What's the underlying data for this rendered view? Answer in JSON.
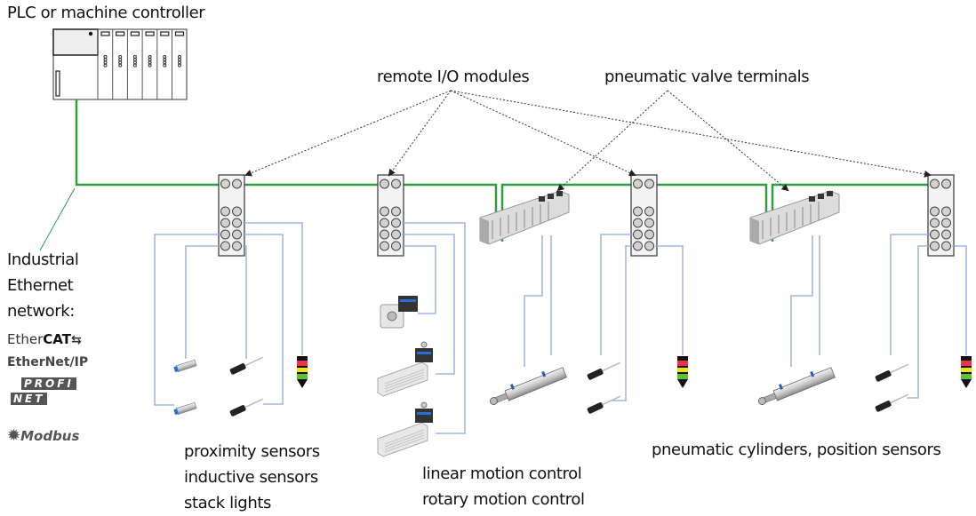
{
  "labels": {
    "plc": "PLC or machine controller",
    "remote_io": "remote I/O modules",
    "valve_terminals": "pneumatic valve terminals",
    "network_line1": "Industrial",
    "network_line2": "Ethernet",
    "network_line3": "network:",
    "group1_line1": "proximity sensors",
    "group1_line2": "inductive sensors",
    "group1_line3": "stack lights",
    "group2_line1": "linear motion control",
    "group2_line2": "rotary motion control",
    "group3_line1": "pneumatic cylinders, position sensors"
  },
  "protocols": [
    {
      "name": "EtherCAT"
    },
    {
      "name": "EtherNet/IP"
    },
    {
      "name": "PROFI NET"
    },
    {
      "name": "Modbus"
    }
  ],
  "protocol_text": {
    "ethercat_a": "Ether",
    "ethercat_b": "CAT",
    "ethernetip": "EtherNet/IP",
    "profi": "PROFI",
    "net": "NET",
    "modbus": "Modbus"
  },
  "colors": {
    "network": "#2e9e3e",
    "wire": "#8fa8d8",
    "stack_red": "#e8354a",
    "stack_yellow": "#f0e020",
    "stack_green": "#5cc23a"
  }
}
